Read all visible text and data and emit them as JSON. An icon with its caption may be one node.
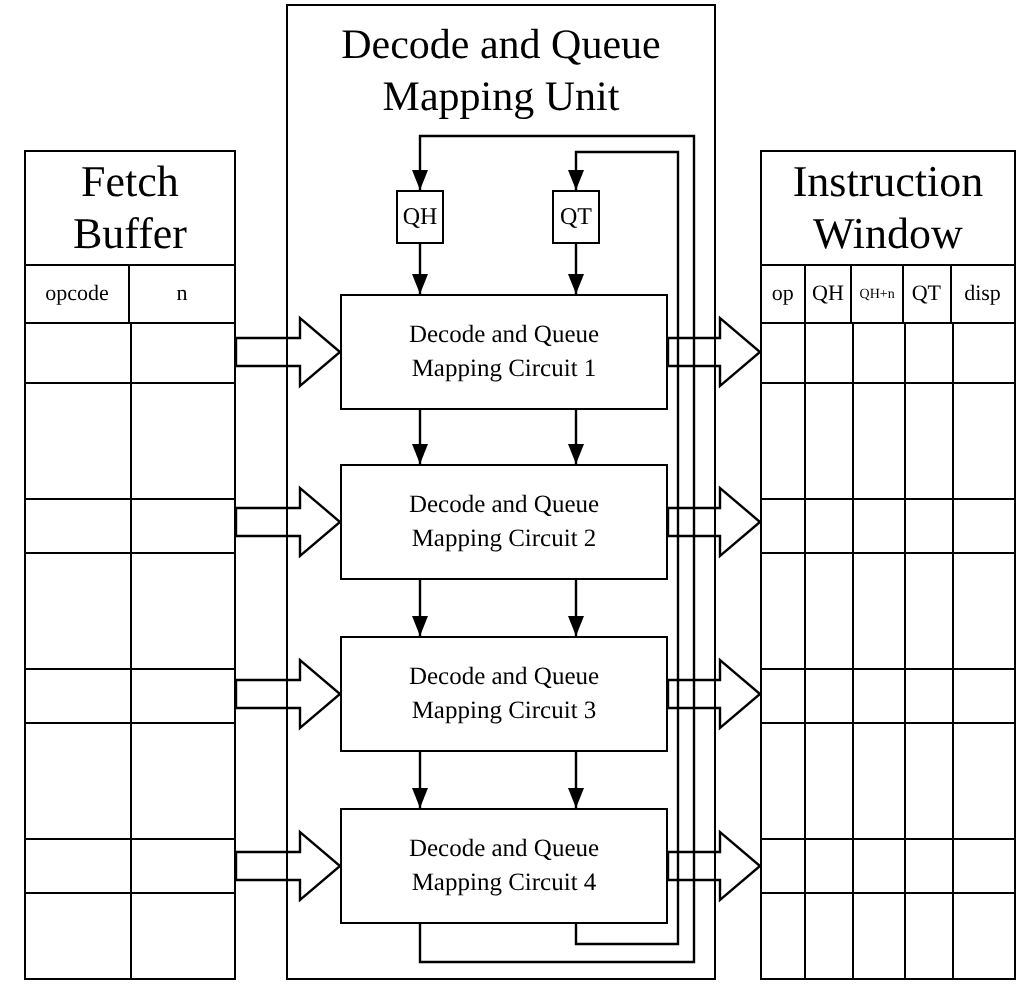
{
  "diagram": {
    "nodes": [
      {
        "text": [
          "Fetch Buffer",
          "opcode",
          "n"
        ]
      },
      {
        "text": [
          "Decode and Queue Mapping Unit"
        ]
      },
      {
        "text": [
          "QH"
        ],
        "in": 1
      },
      {
        "text": [
          "QT"
        ],
        "in": 1
      },
      {
        "text": [
          "Decode and Queue Mapping Circuit 1"
        ],
        "in": 1
      },
      {
        "text": [
          "Decode and Queue Mapping Circuit 2"
        ],
        "in": 1
      },
      {
        "text": [
          "Decode and Queue Mapping Circuit 3"
        ],
        "in": 1
      },
      {
        "text": [
          "Decode and Queue Mapping Circuit 4"
        ],
        "in": 1
      },
      {
        "text": [
          "Instruction Window",
          "op",
          "QH",
          "QH+n",
          "QT",
          "disp"
        ]
      }
    ],
    "edges": [
      {
        "from": 0,
        "to": 4,
        "arrow": "to",
        "style": "thick"
      },
      {
        "from": 0,
        "to": 5,
        "arrow": "to",
        "style": "thick"
      },
      {
        "from": 0,
        "to": 6,
        "arrow": "to",
        "style": "thick"
      },
      {
        "from": 0,
        "to": 7,
        "arrow": "to",
        "style": "thick"
      },
      {
        "from": 4,
        "to": 8,
        "arrow": "to",
        "style": "thick"
      },
      {
        "from": 5,
        "to": 8,
        "arrow": "to",
        "style": "thick"
      },
      {
        "from": 6,
        "to": 8,
        "arrow": "to",
        "style": "thick"
      },
      {
        "from": 7,
        "to": 8,
        "arrow": "to",
        "style": "thick"
      },
      {
        "from": 2,
        "to": 4,
        "arrow": "to"
      },
      {
        "from": 3,
        "to": 4,
        "arrow": "to"
      },
      {
        "from": 4,
        "to": 5,
        "arrow": "to"
      },
      {
        "from": 4,
        "to": 5,
        "arrow": "to"
      },
      {
        "from": 5,
        "to": 6,
        "arrow": "to"
      },
      {
        "from": 5,
        "to": 6,
        "arrow": "to"
      },
      {
        "from": 6,
        "to": 7,
        "arrow": "to"
      },
      {
        "from": 6,
        "to": 7,
        "arrow": "to"
      },
      {
        "from": 7,
        "to": 2,
        "arrow": "to"
      },
      {
        "from": 7,
        "to": 3,
        "arrow": "to"
      }
    ]
  }
}
